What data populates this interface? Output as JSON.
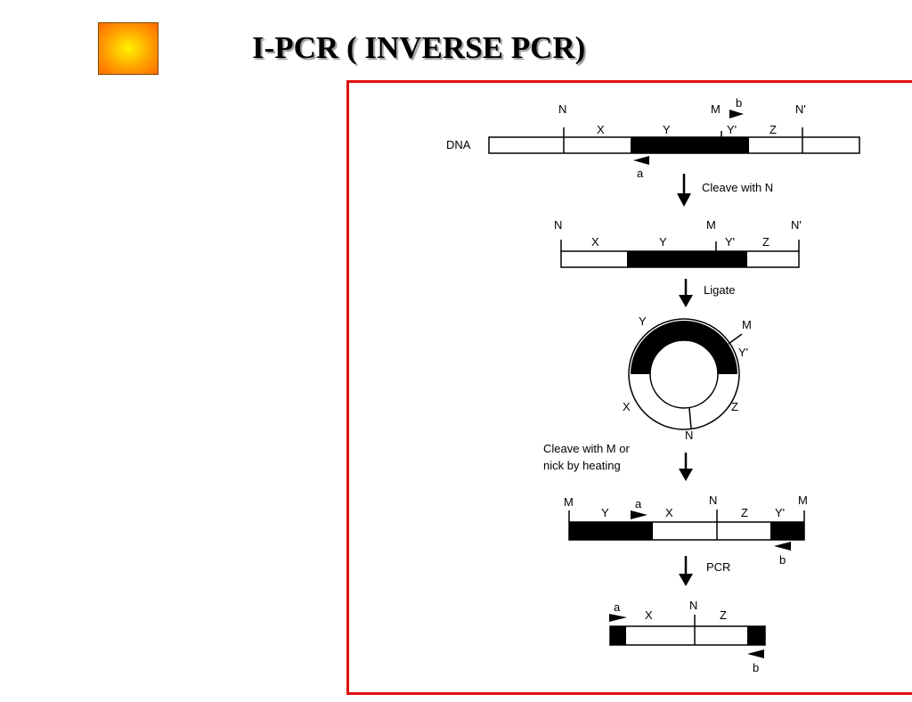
{
  "slide": {
    "title": "I-PCR ( INVERSE PCR)"
  },
  "colors": {
    "frame_border": "#e01010",
    "logo": [
      "#fff200",
      "#ff9a00",
      "#ff6a00"
    ]
  },
  "diagram": {
    "dna_label": "DNA",
    "step1": {
      "sites": {
        "n": "N",
        "m": "M",
        "n_prime": "N'"
      },
      "regions": {
        "x": "X",
        "y": "Y",
        "y_prime": "Y'",
        "z": "Z"
      },
      "primer_a": "a",
      "primer_b": "b"
    },
    "arrow1_label": "Cleave with N",
    "step2": {
      "sites": {
        "n": "N",
        "m": "M",
        "n_prime": "N'"
      },
      "regions": {
        "x": "X",
        "y": "Y",
        "y_prime": "Y'",
        "z": "Z"
      }
    },
    "arrow2_label": "Ligate",
    "circle": {
      "y": "Y",
      "m": "M",
      "y_prime": "Y'",
      "x": "X",
      "z": "Z",
      "n": "N"
    },
    "arrow3_label_line1": "Cleave with M or",
    "arrow3_label_line2": "nick by heating",
    "step4": {
      "m_left": "M",
      "y": "Y",
      "a": "a",
      "x": "X",
      "n": "N",
      "z": "Z",
      "y_prime": "Y'",
      "m_right": "M",
      "b": "b"
    },
    "arrow4_label": "PCR",
    "step5": {
      "a": "a",
      "x": "X",
      "n": "N",
      "z": "Z",
      "b": "b"
    }
  }
}
